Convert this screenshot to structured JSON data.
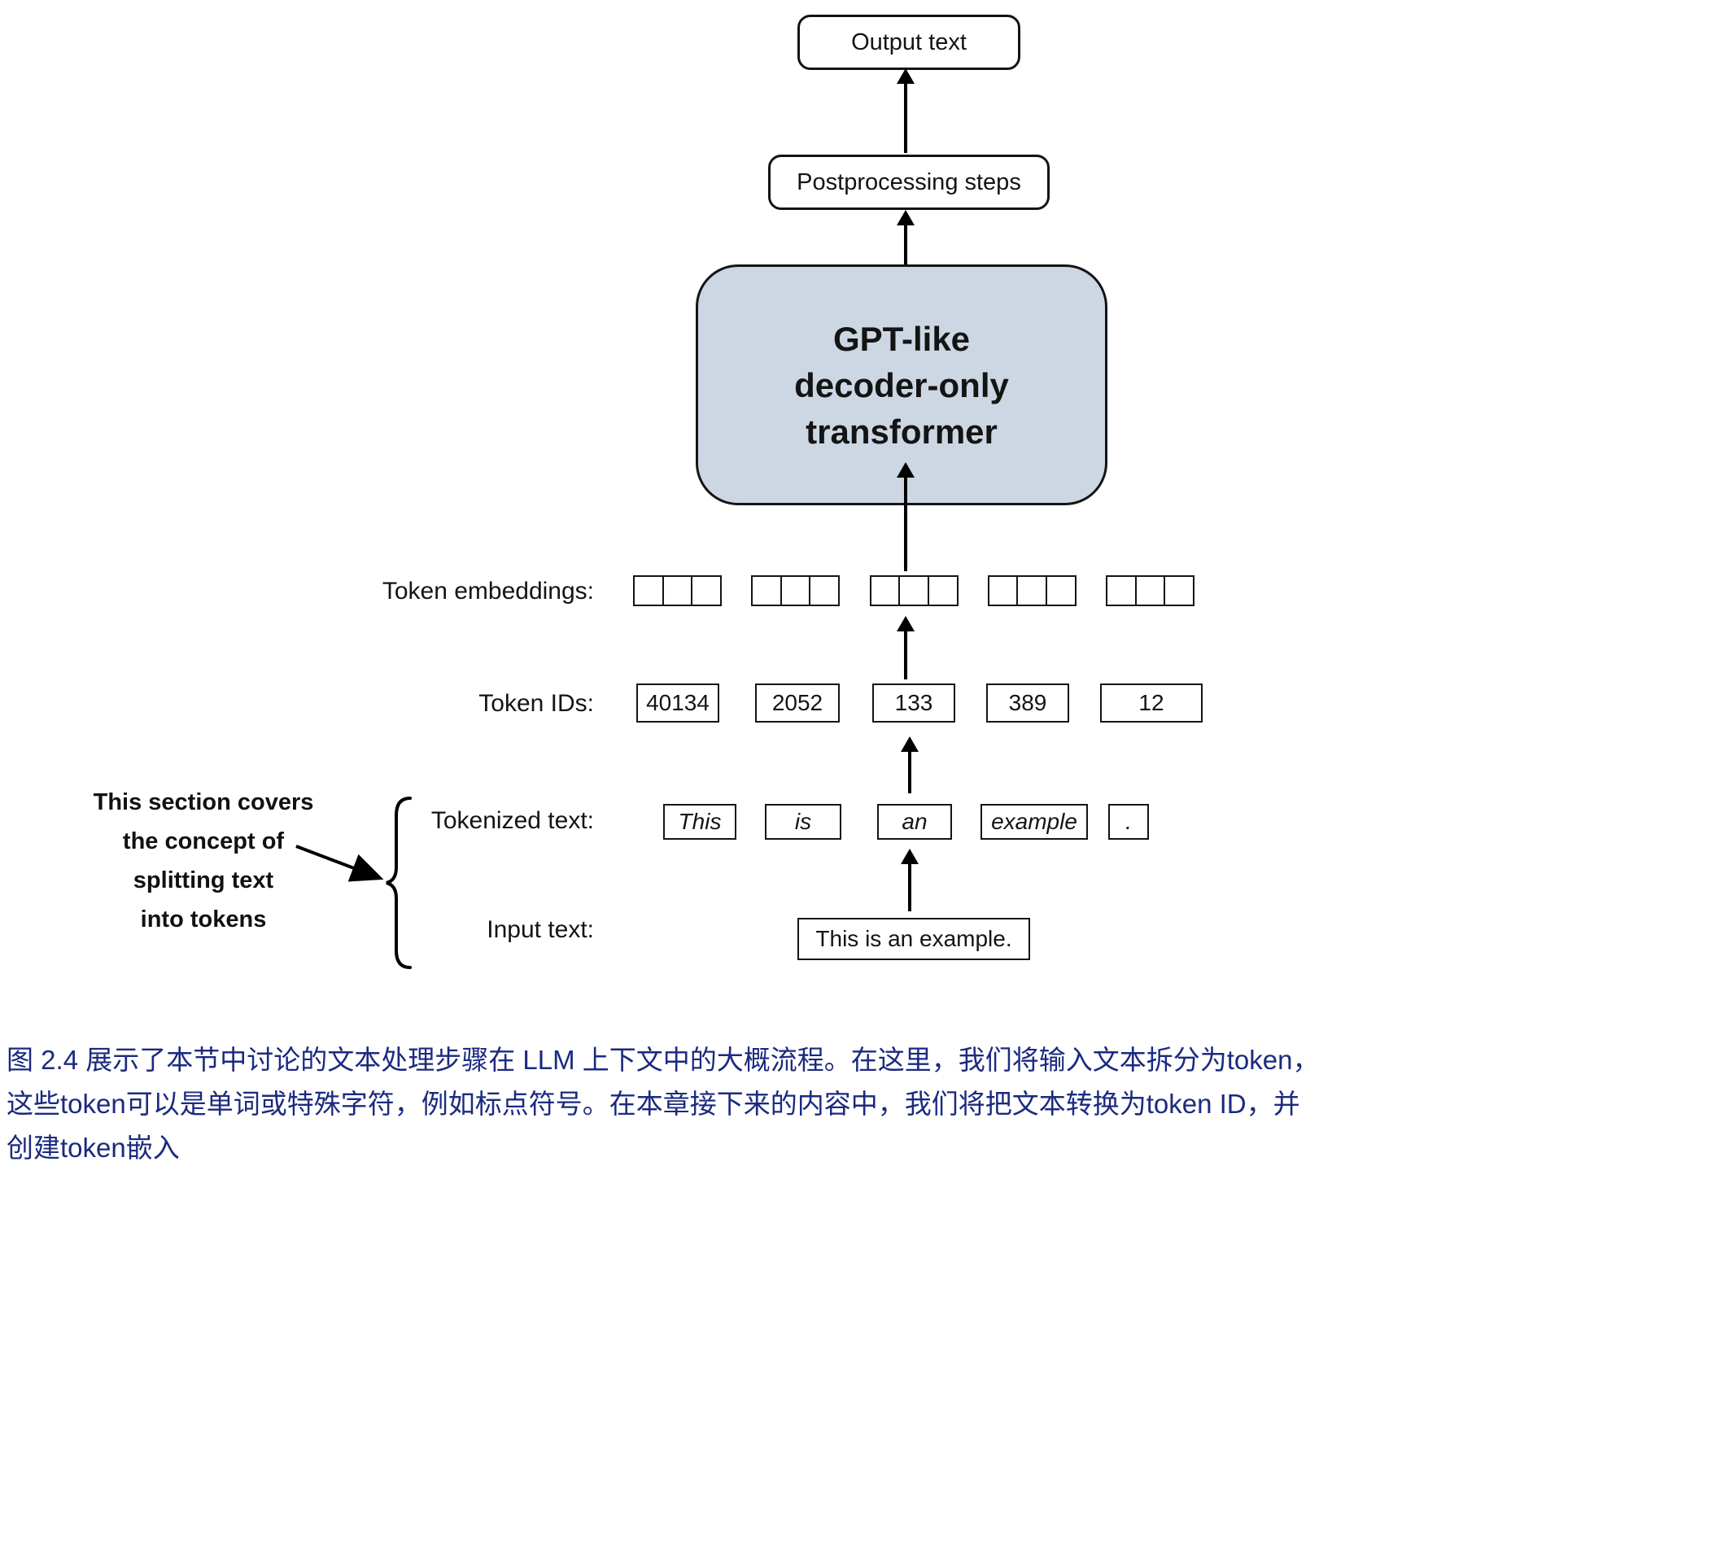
{
  "diagram": {
    "output_box": "Output text",
    "postprocessing_box": "Postprocessing steps",
    "transformer_box": {
      "lines": [
        "GPT-like",
        "decoder-only",
        "transformer"
      ]
    },
    "labels": {
      "token_embeddings": "Token embeddings:",
      "token_ids": "Token IDs:",
      "tokenized_text": "Tokenized text:",
      "input_text": "Input text:"
    },
    "token_ids": [
      "40134",
      "2052",
      "133",
      "389",
      "12"
    ],
    "tokens": [
      "This",
      "is",
      "an",
      "example",
      "."
    ],
    "input_text_value": "This is an example.",
    "embeddings": {
      "groups": 5,
      "cells_per_group": 3
    },
    "annotation": {
      "lines": [
        "This section covers",
        "the concept of",
        "splitting text",
        "into tokens"
      ]
    }
  },
  "caption": {
    "figure_label": "图 2.4",
    "lines": [
      "图 2.4 展示了本节中讨论的文本处理步骤在 LLM 上下文中的大概流程。在这里，我们将输入文本拆分为token，",
      "这些token可以是单词或特殊字符，例如标点符号。在本章接下来的内容中，我们将把文本转换为token ID，并",
      "创建token嵌入"
    ]
  },
  "colors": {
    "transformer_fill": "#ccd7e3",
    "caption_text": "#1b2a80",
    "line_color": "#000000"
  }
}
